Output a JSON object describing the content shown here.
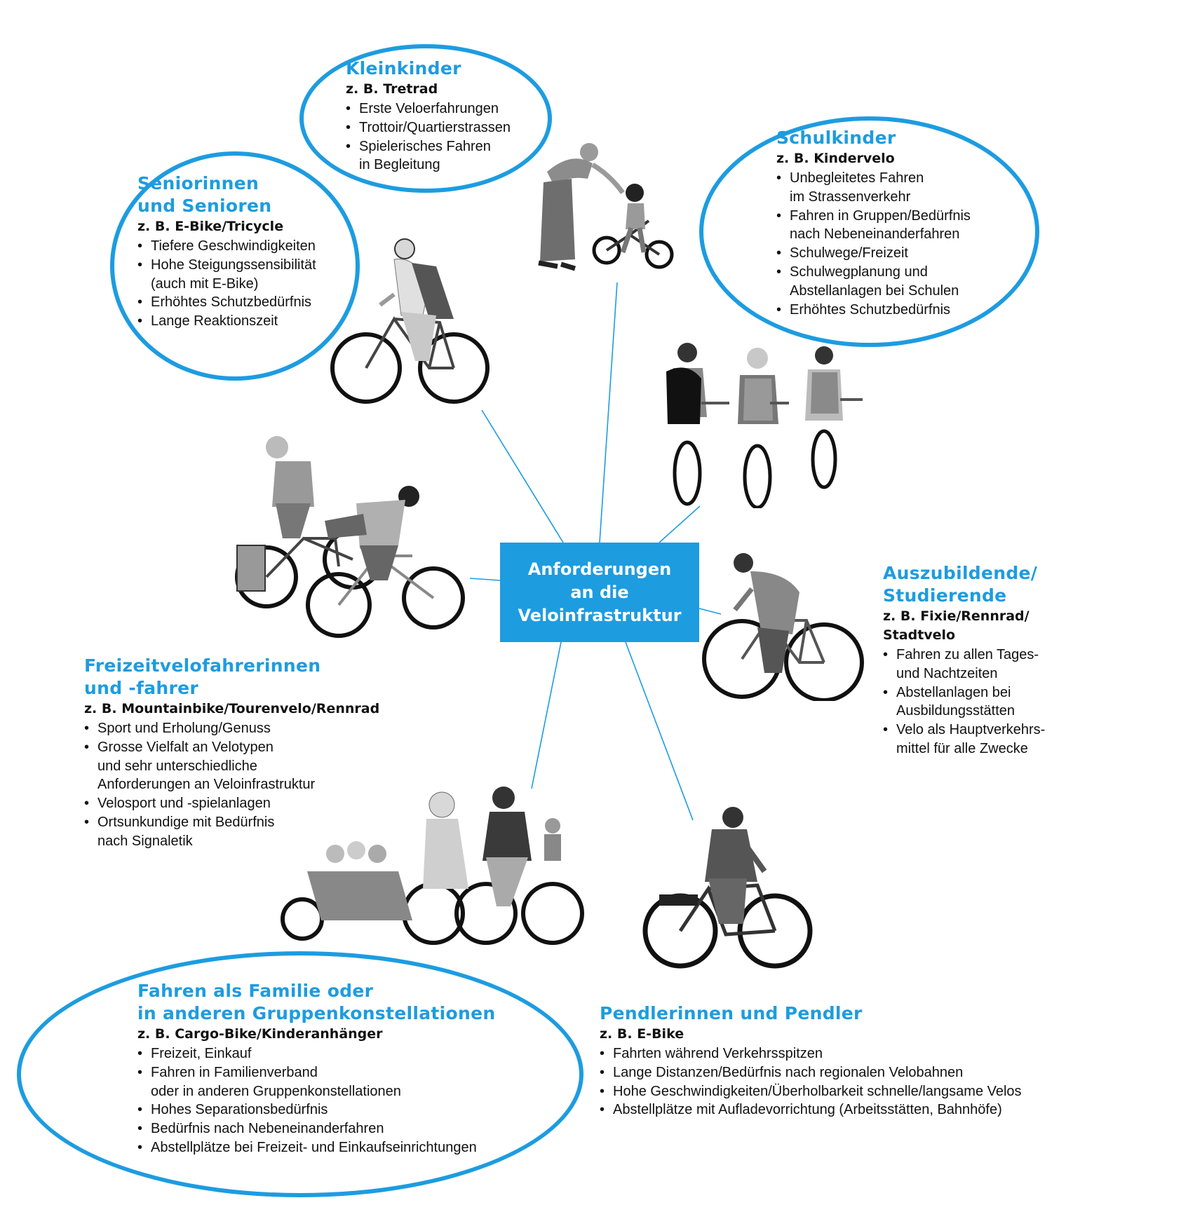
{
  "colors": {
    "accent": "#1d9ce0",
    "text": "#111111",
    "background": "#ffffff"
  },
  "center": {
    "label": "Anforderungen\nan die\nVeloinfrastruktur"
  },
  "groups": {
    "kleinkinder": {
      "title": "Kleinkinder",
      "example": "z. B. Tretrad",
      "points": [
        "Erste Veloerfahrungen",
        "Trottoir/Quartierstrassen",
        "Spielerisches Fahren\nin Begleitung"
      ]
    },
    "schulkinder": {
      "title": "Schulkinder",
      "example": "z. B. Kindervelo",
      "points": [
        "Unbegleitetes Fahren\nim Strassenverkehr",
        "Fahren in Gruppen/Bedürfnis\nnach Nebeneinanderfahren",
        "Schulwege/Freizeit",
        "Schulwegplanung und\nAbstellanlagen bei Schulen",
        "Erhöhtes Schutzbedürfnis"
      ]
    },
    "senioren": {
      "title": "Seniorinnen\nund Senioren",
      "example": "z. B. E-Bike/Tricycle",
      "points": [
        "Tiefere Geschwindigkeiten",
        "Hohe Steigungssensibilität\n(auch mit E-Bike)",
        "Erhöhtes Schutzbedürfnis",
        "Lange Reaktionszeit"
      ]
    },
    "auszubildende": {
      "title": "Auszubildende/\nStudierende",
      "example": "z. B. Fixie/Rennrad/\nStadtvelo",
      "points": [
        "Fahren zu allen Tages-\nund Nachtzeiten",
        "Abstellanlagen bei\nAusbildungsstätten",
        "Velo als Hauptverkehrs-\nmittel für alle Zwecke"
      ]
    },
    "freizeit": {
      "title": "Freizeitvelofahrerinnen\nund -fahrer",
      "example": "z. B. Mountainbike/Tourenvelo/Rennrad",
      "points": [
        "Sport und Erholung/Genuss",
        "Grosse Vielfalt an Velotypen\nund sehr unterschiedliche\nAnforderungen an Veloinfrastruktur",
        "Velosport und -spielanlagen",
        "Ortsunkundige mit Bedürfnis\nnach Signaletik"
      ]
    },
    "familie": {
      "title": "Fahren als Familie oder\nin anderen Gruppenkonstellationen",
      "example": "z. B. Cargo-Bike/Kinderanhänger",
      "points": [
        "Freizeit, Einkauf",
        "Fahren in Familienverband\noder in anderen Gruppenkonstellationen",
        "Hohes Separationsbedürfnis",
        "Bedürfnis nach Nebeneinanderfahren",
        "Abstellplätze bei Freizeit- und Einkaufseinrichtungen"
      ]
    },
    "pendler": {
      "title": "Pendlerinnen und Pendler",
      "example": "z. B. E-Bike",
      "points": [
        "Fahrten während Verkehrsspitzen",
        "Lange Distanzen/Bedürfnis nach regionalen Velobahnen",
        "Hohe Geschwindigkeiten/Überholbarkeit schnelle/langsame Velos",
        "Abstellplätze mit Aufladevorrichtung (Arbeitsstätten, Bahnhöfe)"
      ]
    }
  }
}
